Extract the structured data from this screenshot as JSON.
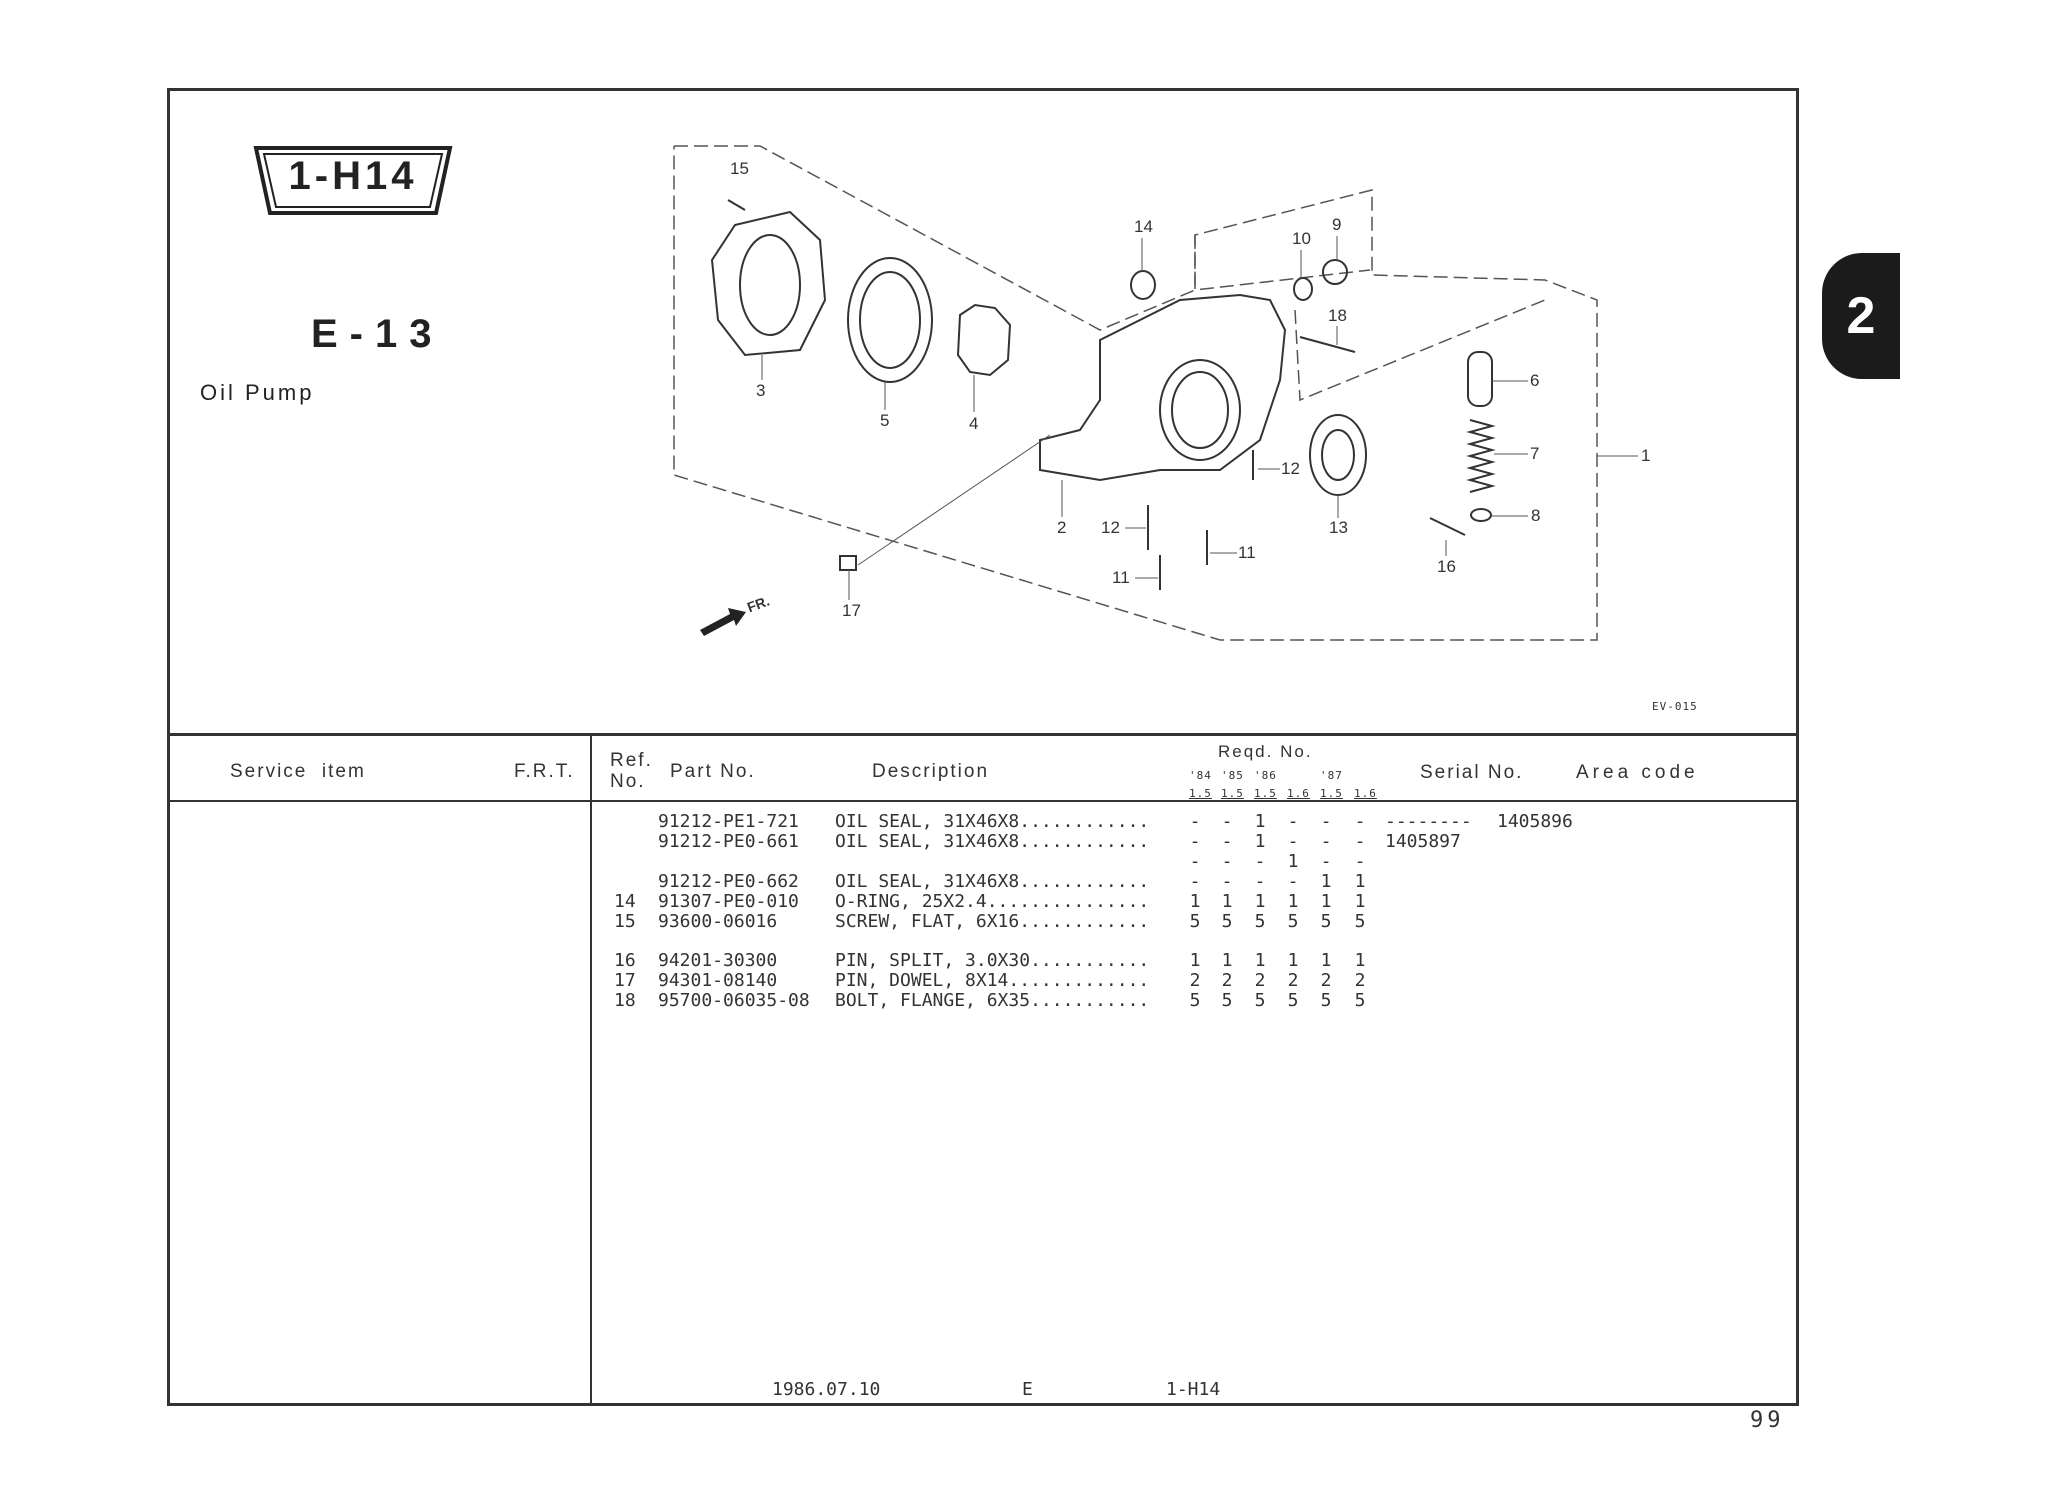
{
  "header": {
    "badge": "1-H14",
    "section_code": "E-13",
    "section_title": "Oil Pump",
    "chapter_tab": "2",
    "drawing_code": "EV-015"
  },
  "diagram": {
    "callouts": [
      "15",
      "14",
      "10",
      "9",
      "18",
      "6",
      "7",
      "1",
      "8",
      "3",
      "5",
      "4",
      "12",
      "13",
      "2",
      "12",
      "11",
      "11",
      "16",
      "17"
    ],
    "front_label": "FR."
  },
  "table": {
    "headers": {
      "service_item": "Service  item",
      "frt": "F.R.T.",
      "ref": "Ref.",
      "ref_no": "No.",
      "part_no": "Part No.",
      "description": "Description",
      "reqd_no": "Reqd. No.",
      "years": [
        "'84",
        "'85",
        "'86",
        "",
        "'87",
        ""
      ],
      "sizes": [
        "1.5",
        "1.5",
        "1.5",
        "1.6",
        "1.5",
        "1.6"
      ],
      "serial_no": "Serial No.",
      "area_code": "Area code"
    },
    "rows": [
      {
        "ref": "",
        "part": "91212-PE1-721",
        "desc": "OIL SEAL, 31X46X8............",
        "qty": [
          "-",
          "-",
          "1",
          "-",
          "-",
          "-"
        ],
        "serial_from": "--------",
        "serial_to": "1405896"
      },
      {
        "ref": "",
        "part": "91212-PE0-661",
        "desc": "OIL SEAL, 31X46X8............",
        "qty": [
          "-",
          "-",
          "1",
          "-",
          "-",
          "-"
        ],
        "serial_from": "1405897",
        "serial_to": ""
      },
      {
        "ref": "",
        "part": "",
        "desc": "",
        "qty": [
          "-",
          "-",
          "-",
          "1",
          "-",
          "-"
        ],
        "serial_from": "",
        "serial_to": ""
      },
      {
        "ref": "",
        "part": "91212-PE0-662",
        "desc": "OIL SEAL, 31X46X8............",
        "qty": [
          "-",
          "-",
          "-",
          "-",
          "1",
          "1"
        ],
        "serial_from": "",
        "serial_to": ""
      },
      {
        "ref": "14",
        "part": "91307-PE0-010",
        "desc": "O-RING, 25X2.4...............",
        "qty": [
          "1",
          "1",
          "1",
          "1",
          "1",
          "1"
        ],
        "serial_from": "",
        "serial_to": ""
      },
      {
        "ref": "15",
        "part": "93600-06016",
        "desc": "SCREW, FLAT, 6X16............",
        "qty": [
          "5",
          "5",
          "5",
          "5",
          "5",
          "5"
        ],
        "serial_from": "",
        "serial_to": ""
      },
      {
        "ref": "16",
        "part": "94201-30300",
        "desc": "PIN, SPLIT, 3.0X30...........",
        "qty": [
          "1",
          "1",
          "1",
          "1",
          "1",
          "1"
        ],
        "serial_from": "",
        "serial_to": ""
      },
      {
        "ref": "17",
        "part": "94301-08140",
        "desc": "PIN, DOWEL, 8X14.............",
        "qty": [
          "2",
          "2",
          "2",
          "2",
          "2",
          "2"
        ],
        "serial_from": "",
        "serial_to": ""
      },
      {
        "ref": "18",
        "part": "95700-06035-08",
        "desc": "BOLT, FLANGE, 6X35...........",
        "qty": [
          "5",
          "5",
          "5",
          "5",
          "5",
          "5"
        ],
        "serial_from": "",
        "serial_to": ""
      }
    ]
  },
  "footer": {
    "date": "1986.07.10",
    "edition": "E",
    "code": "1-H14",
    "page_number": "99"
  }
}
